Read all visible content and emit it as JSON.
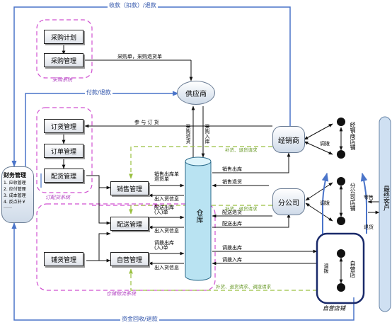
{
  "flows": {
    "top": "收款（扣款）/退款",
    "pay": "付款/退款",
    "bottom": "资金回收/退款",
    "purchase_order": "采购单，采购退货单",
    "ordering": "参 与 订 货",
    "purchase_return": "采购退货",
    "purchase_in": "采购入库",
    "sales_out": "销售出库",
    "sales_return": "销售退货",
    "dist_out": "配送出库",
    "dist_return": "配送退货",
    "transfer_out": "调拨出库",
    "transfer_in": "调拨入库",
    "sales_docs": "销售出库单\n退货单",
    "dist_docs": "配送出库\n(入)单",
    "transfer_docs": "调拨出库\n(入)单",
    "inout_1": "出入货信息",
    "inout_2": "出入货信息",
    "inout_3": "出入货信息",
    "green_1": "补货、退货请求",
    "green_2": "补货、退货请求",
    "green_3": "补货、退货请求、调拨请求",
    "retail": "零售",
    "ret": "退货",
    "transfer_a": "调拨",
    "transfer_b": "调拨",
    "transfer_c": "调拨"
  },
  "nodes": {
    "purchase_plan": "采购计划",
    "purchase_mgmt": "采购管理",
    "purchase_system": "采购系统",
    "order_mgmt": "订货管理",
    "ordering_mgmt": "订单管理",
    "dist_mgmt": "配货管理",
    "order_dist_system": "订配货系统",
    "sales_mgmt": "销售管理",
    "delivery_mgmt": "配送管理",
    "self_mgmt": "自营管理",
    "replen_mgmt": "铺货管理",
    "warehouse_system": "仓储物流系统",
    "supplier": "供应商",
    "warehouse": "仓库",
    "distributor": "经销商",
    "branch": "分公司",
    "dist_shops": "经销商店铺",
    "branch_shops": "分公司店铺",
    "self_shops": "自营店",
    "self_store_label": "自营店铺",
    "end_customer": "最终客户"
  },
  "finance": {
    "title": "财务管理",
    "items": [
      "1. 应收管理",
      "2. 应付管理",
      "3. 成本管理",
      "4. 反点补￥",
      "……"
    ]
  },
  "colors": {
    "blue": "#4a74c9",
    "navy": "#1a2a6a",
    "magenta": "#d050d0",
    "green": "#9ac040"
  }
}
